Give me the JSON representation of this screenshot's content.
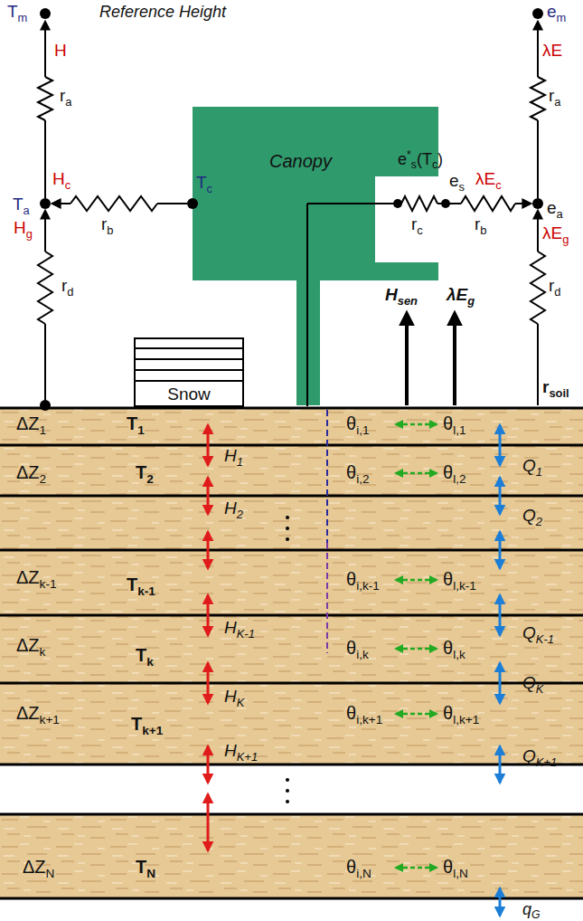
{
  "diagram": {
    "nodes": [
      {
        "text": [
          "Canopy"
        ]
      },
      {
        "text": [
          "Snow"
        ]
      },
      {
        "text": [
          "ΔZ1",
          "T1",
          "θi,1",
          "θl,1"
        ]
      },
      {
        "text": [
          "ΔZ2",
          "T2",
          "θi,2",
          "θl,2"
        ]
      },
      {
        "text": [
          "ΔZk-1",
          "Tk-1",
          "θi,k-1",
          "θl,k-1"
        ]
      },
      {
        "text": [
          "ΔZk",
          "Tk",
          "θi,k",
          "θl,k"
        ]
      },
      {
        "text": [
          "ΔZk+1",
          "Tk+1",
          "θi,k+1",
          "θl,k+1"
        ]
      },
      {
        "text": [
          "ΔZN",
          "TN",
          "θi,N",
          "θl,N"
        ]
      }
    ],
    "edges": [
      {
        "from": 2,
        "to": 3,
        "arrow": "both",
        "label": "H1"
      },
      {
        "from": 2,
        "to": 3,
        "arrow": "both",
        "label": "Q1"
      },
      {
        "from": 4,
        "to": 5,
        "arrow": "both",
        "label": "HK-1"
      },
      {
        "from": 4,
        "to": 5,
        "arrow": "both",
        "label": "QK-1"
      },
      {
        "from": 5,
        "to": 6,
        "arrow": "both",
        "label": "HK"
      },
      {
        "from": 5,
        "to": 6,
        "arrow": "both",
        "label": "QK"
      }
    ],
    "labels": [
      "Tm",
      "Reference Height",
      "em",
      "H",
      "λE",
      "ra",
      "ra",
      "Hc",
      "Tc",
      "e*s(Tc)",
      "Ta",
      "rb",
      "es",
      "λEc",
      "ea",
      "rc",
      "rb",
      "Hg",
      "λEg",
      "Hsen",
      "λEg",
      "rd",
      "rd",
      "rsoil",
      "H2",
      "Q2",
      "HK+1",
      "QK+1",
      "qG"
    ]
  }
}
